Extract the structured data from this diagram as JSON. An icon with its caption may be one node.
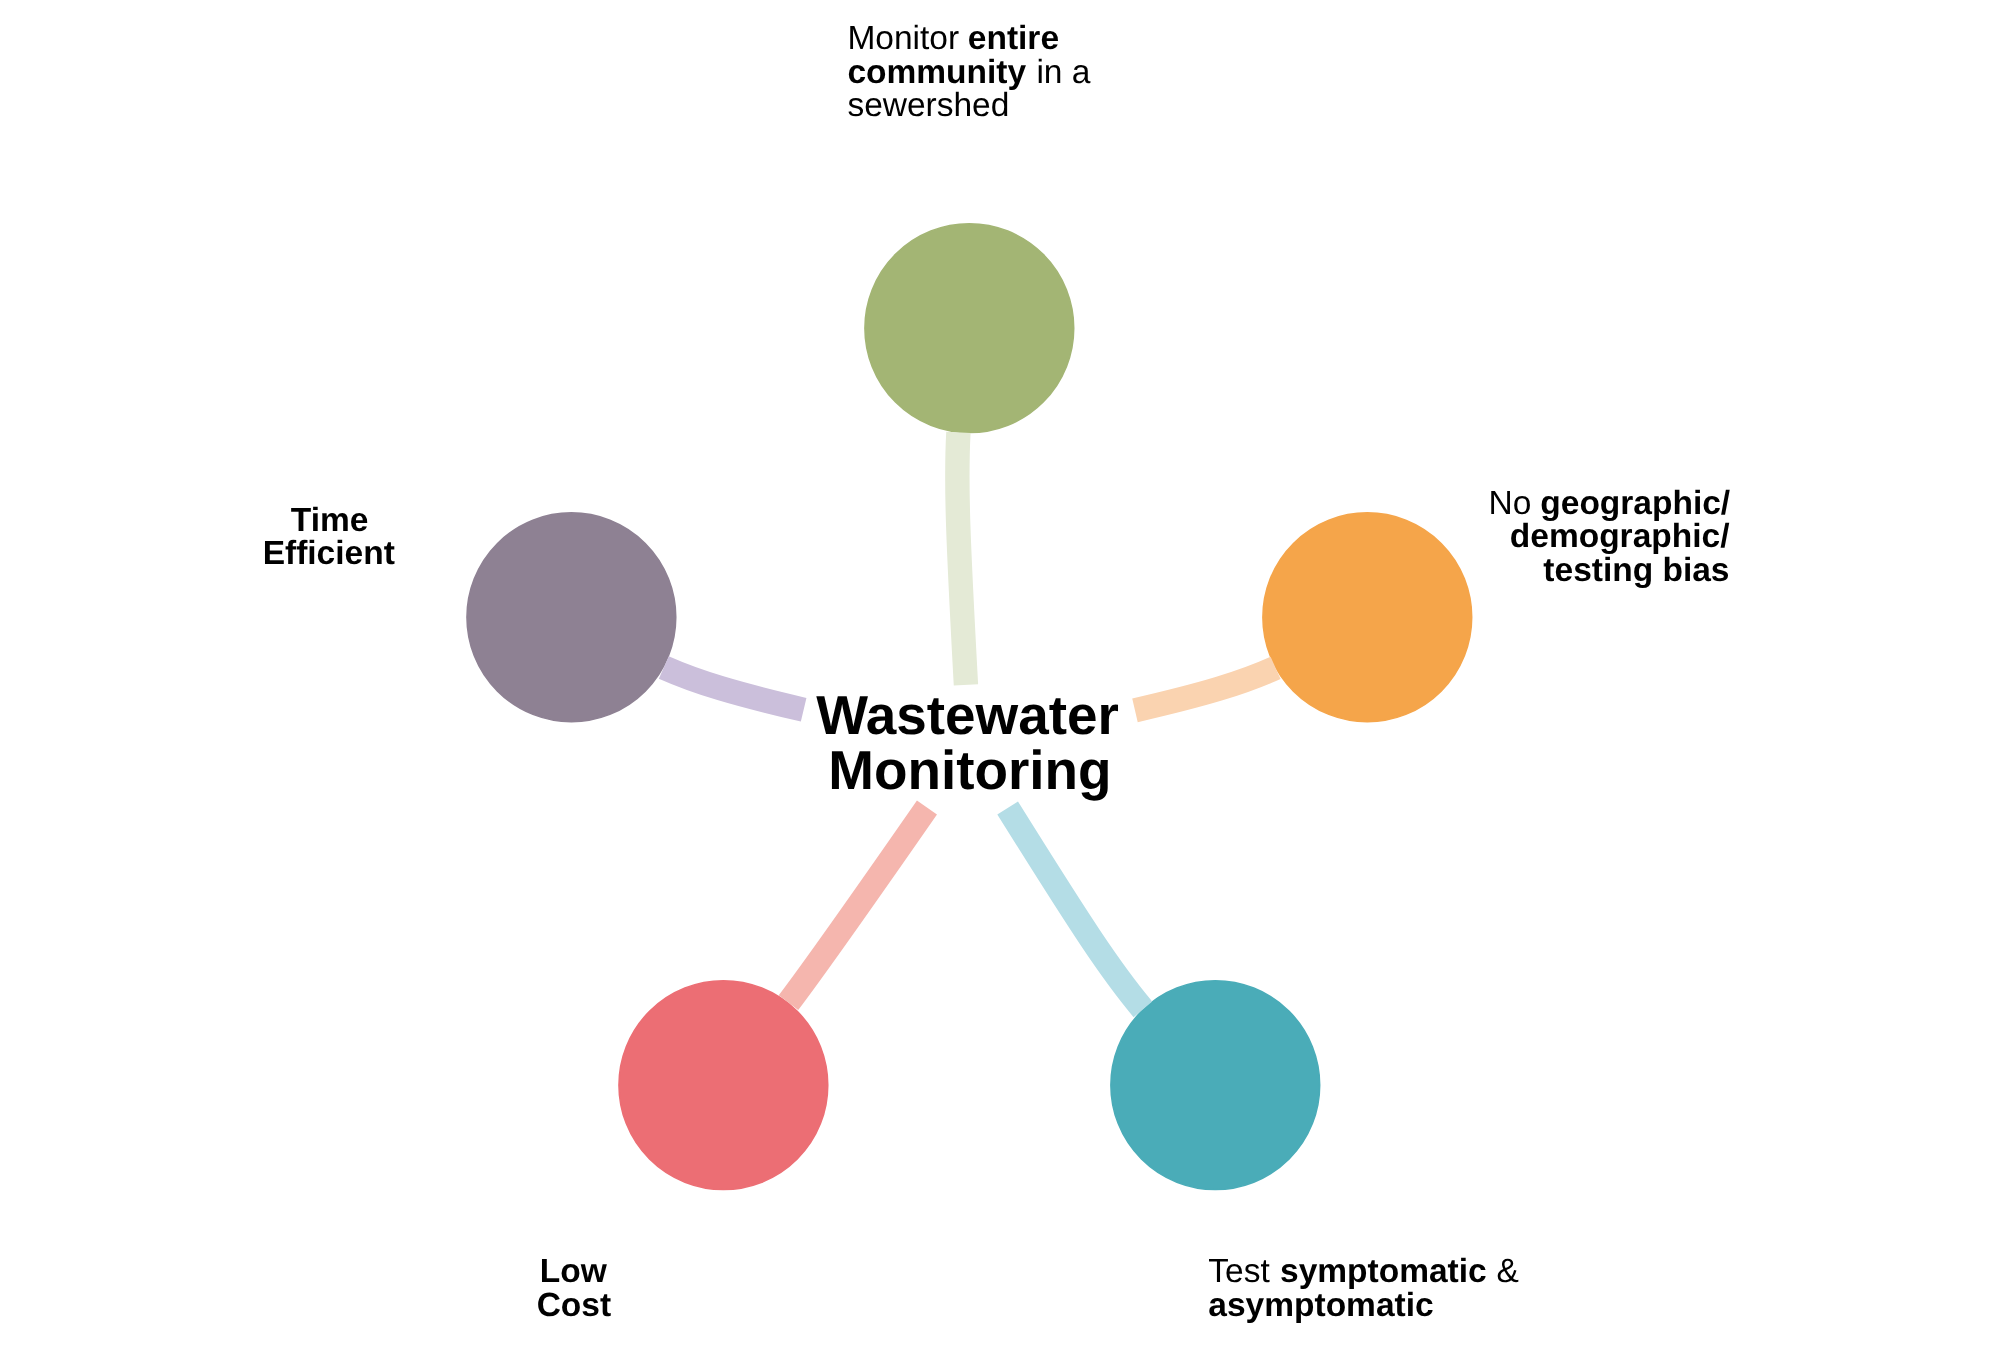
{
  "diagram": {
    "nodes": [
      {
        "text": [
          "Wastewater Monitoring"
        ]
      },
      {
        "text": [],
        "shape": "circle",
        "beside": [
          "Monitor **entire community** in a sewershed"
        ]
      },
      {
        "text": [],
        "shape": "circle",
        "beside": [
          "No **geographic/ demographic/ testing bias**"
        ]
      },
      {
        "text": [],
        "shape": "circle",
        "beside": [
          "Test **symptomatic** & **asymptomatic**"
        ]
      },
      {
        "text": [],
        "shape": "circle",
        "beside": [
          "Low Cost"
        ]
      },
      {
        "text": [],
        "shape": "circle",
        "beside": [
          "Time Efficient"
        ]
      }
    ],
    "edges": [
      {
        "from": 0,
        "to": 1,
        "arrow": "none",
        "color": "#e4ead6"
      },
      {
        "from": 0,
        "to": 2,
        "arrow": "none",
        "color": "#fad3b0"
      },
      {
        "from": 0,
        "to": 3,
        "arrow": "none",
        "color": "#b4dde6"
      },
      {
        "from": 0,
        "to": 4,
        "arrow": "none",
        "color": "#f5b6ae"
      },
      {
        "from": 0,
        "to": 5,
        "arrow": "none",
        "color": "#cbbfdb"
      }
    ]
  }
}
